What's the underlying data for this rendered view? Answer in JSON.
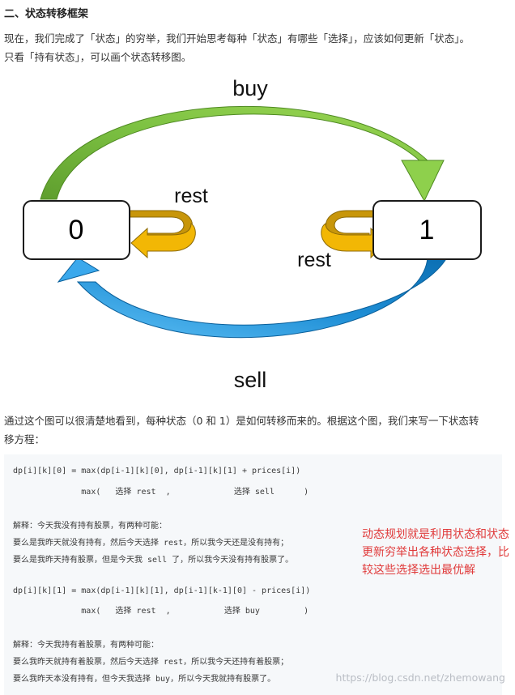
{
  "section_heading": "二、状态转移框架",
  "intro": {
    "line1": "现在，我们完成了「状态」的穷举，我们开始思考每种「状态」有哪些「选择」，应该如何更新「状态」。",
    "line2": "只看「持有状态」，可以画个状态转移图。"
  },
  "diagram": {
    "state0": "0",
    "state1": "1",
    "label_buy": "buy",
    "label_sell": "sell",
    "label_rest_0": "rest",
    "label_rest_1": "rest",
    "colors": {
      "buy_arrow": "#7cc142",
      "sell_arrow": "#1f8fd6",
      "rest_loop": "#f2b705"
    }
  },
  "explain": {
    "line1": "通过这个图可以很清楚地看到，每种状态（0 和 1）是如何转移而来的。根据这个图，我们来写一下状态转",
    "line2": "移方程："
  },
  "code": {
    "lines": [
      "dp[i][k][0] = max(dp[i-1][k][0], dp[i-1][k][1] + prices[i])",
      "              max(   选择 rest  ,             选择 sell      )",
      "解释：今天我没有持有股票，有两种可能：",
      "要么是我昨天就没有持有，然后今天选择 rest，所以我今天还是没有持有；",
      "要么是我昨天持有股票，但是今天我 sell 了，所以我今天没有持有股票了。",
      "dp[i][k][1] = max(dp[i-1][k][1], dp[i-1][k-1][0] - prices[i])",
      "              max(   选择 rest  ,           选择 buy         )",
      "解释：今天我持有着股票，有两种可能：",
      "要么我昨天就持有着股票，然后今天选择 rest，所以我今天还持有着股票；",
      "要么我昨天本没有持有，但今天我选择 buy，所以今天我就持有股票了。"
    ]
  },
  "annotation": "动态规划就是利用状态和状态更新穷举出各种状态选择，比较这些选择选出最优解",
  "watermark": "https://blog.csdn.net/zhemowang"
}
